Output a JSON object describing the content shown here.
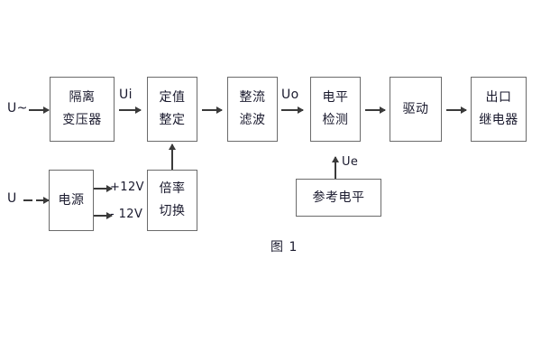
{
  "figure": {
    "caption": "图 1",
    "background_color": "#ffffff",
    "box_border_color": "#6b6b6b",
    "arrow_color": "#3a3a3a",
    "text_color": "#1a1a2e"
  },
  "blocks": [
    {
      "id": "isolation-transformer",
      "lines": [
        "隔离",
        "变压器"
      ]
    },
    {
      "id": "setting-value",
      "lines": [
        "定值",
        "整定"
      ]
    },
    {
      "id": "rectify-filter",
      "lines": [
        "整流",
        "滤波"
      ]
    },
    {
      "id": "level-detect",
      "lines": [
        "电平",
        "检测"
      ]
    },
    {
      "id": "drive",
      "lines": [
        "驱动"
      ]
    },
    {
      "id": "output-relay",
      "lines": [
        "出口",
        "继电器"
      ]
    },
    {
      "id": "power-supply",
      "lines": [
        "电源"
      ]
    },
    {
      "id": "multiplier-switch",
      "lines": [
        "倍率",
        "切换"
      ]
    },
    {
      "id": "reference-level",
      "lines": [
        "参考电平"
      ]
    }
  ],
  "labels": {
    "input_ac": "U~",
    "input_dc": "U",
    "signal_ui": "Ui",
    "signal_uo": "Uo",
    "signal_ue": "Ue",
    "rail_positive": "+12V",
    "rail_negative": "- 12V"
  }
}
